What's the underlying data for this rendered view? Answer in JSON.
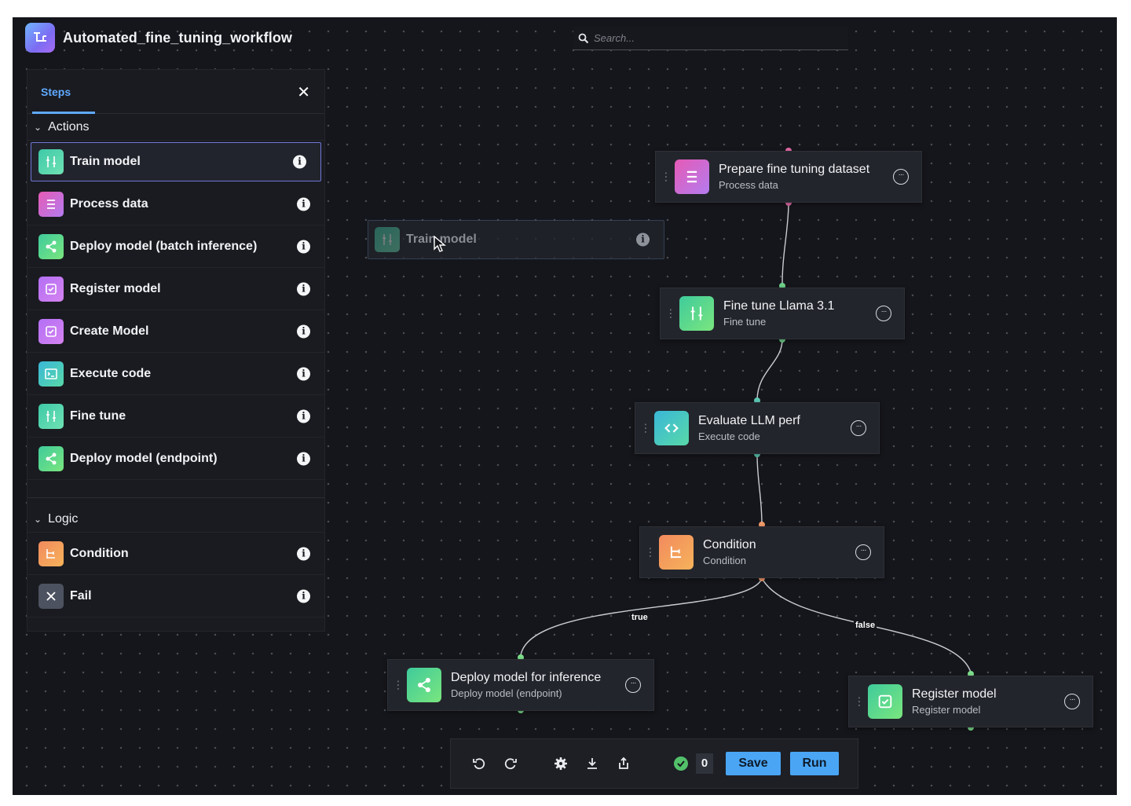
{
  "header": {
    "title": "Automated_fine_tuning_workflow",
    "logo_icon": "workflow-icon"
  },
  "search": {
    "placeholder": "Search..."
  },
  "panel": {
    "tab_label": "Steps",
    "actions_section": "Actions",
    "logic_section": "Logic",
    "actions": [
      {
        "label": "Train model",
        "icon": "train-icon",
        "selected": true
      },
      {
        "label": "Process data",
        "icon": "database-icon"
      },
      {
        "label": "Deploy model (batch inference)",
        "icon": "deploy-icon"
      },
      {
        "label": "Register model",
        "icon": "register-icon"
      },
      {
        "label": "Create Model",
        "icon": "register-icon"
      },
      {
        "label": "Execute code",
        "icon": "terminal-icon"
      },
      {
        "label": "Fine tune",
        "icon": "train-icon"
      },
      {
        "label": "Deploy model (endpoint)",
        "icon": "deploy-icon"
      }
    ],
    "logic": [
      {
        "label": "Condition",
        "icon": "condition-icon"
      },
      {
        "label": "Fail",
        "icon": "fail-icon"
      }
    ]
  },
  "drag_ghost": {
    "label": "Train model"
  },
  "nodes": {
    "prepare": {
      "title": "Prepare fine tuning dataset",
      "subtitle": "Process data"
    },
    "finetune": {
      "title": "Fine tune Llama 3.1",
      "subtitle": "Fine tune"
    },
    "evaluate": {
      "title": "Evaluate LLM perf",
      "subtitle": "Execute code"
    },
    "condition": {
      "title": "Condition",
      "subtitle": "Condition"
    },
    "deploy": {
      "title": "Deploy model for inference",
      "subtitle": "Deploy model (endpoint)"
    },
    "register": {
      "title": "Register model",
      "subtitle": "Register model"
    }
  },
  "edges": {
    "true_label": "true",
    "false_label": "false"
  },
  "toolbar": {
    "issue_count": "0",
    "save_label": "Save",
    "run_label": "Run"
  },
  "colors": {
    "accent": "#4aa6f5",
    "canvas": "#15161b",
    "success": "#53c06a"
  }
}
